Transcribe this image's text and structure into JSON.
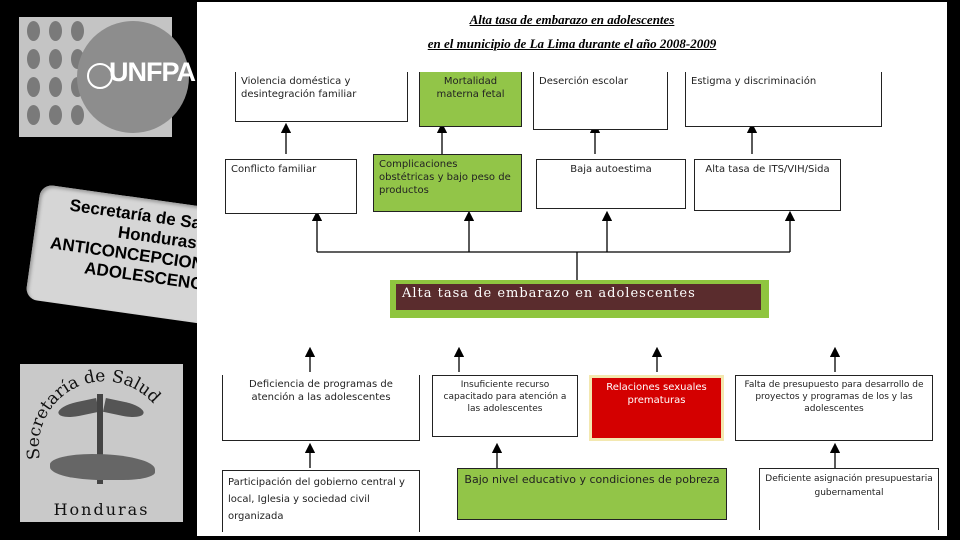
{
  "logos": {
    "unfpa_text": "UNFPA",
    "secretaria_arc_text": "Secretaría de Salud",
    "secretaria_country": "Honduras"
  },
  "banner": {
    "line1": "Secretaría de Salud de",
    "line2": "Honduras",
    "line3": "ANTICONCEPCION EN LA",
    "line4": "ADOLESCENCIA"
  },
  "diagram": {
    "title_line1": "Alta tasa de embarazo en adolescentes",
    "title_line2": "en el municipio de La Lima durante el año 2008-2009",
    "central_problem": "Alta tasa de embarazo en adolescentes",
    "effects_top": [
      "Violencia doméstica y desintegración familiar",
      "Mortalidad materna fetal",
      "Deserción escolar",
      "Estigma y discriminación"
    ],
    "effects_mid": [
      "Conflicto familiar",
      "Complicaciones obstétricas y bajo peso de productos",
      "Baja autoestima",
      "Alta tasa de ITS/VIH/Sida"
    ],
    "causes_mid": [
      "Deficiencia de programas de atención a las adolescentes",
      "Insuficiente recurso capacitado para atención a las adolescentes",
      "Relaciones sexuales prematuras",
      "Falta de presupuesto para desarrollo de proyectos y programas de los y las adolescentes"
    ],
    "causes_bottom": [
      "Participación del gobierno central y local, Iglesia y sociedad civil organizada",
      "Bajo nivel educativo y condiciones de pobreza",
      "Deficiente asignación presupuestaria gubernamental"
    ]
  },
  "colors": {
    "highlight_green": "#92c548",
    "central_dark": "#5a2c2d",
    "highlight_red": "#d40000"
  }
}
